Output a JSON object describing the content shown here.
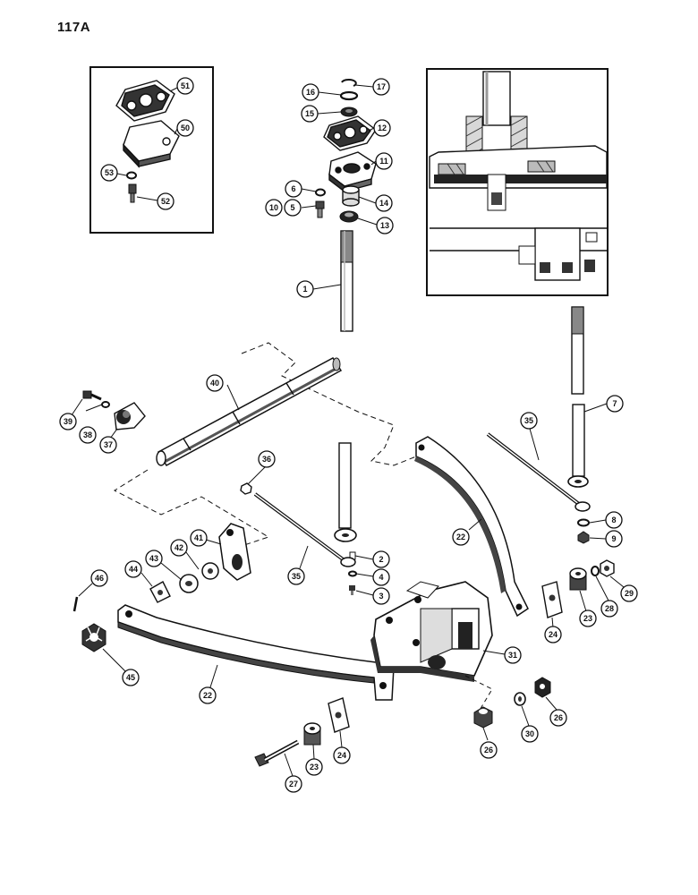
{
  "page_title": "117A",
  "callouts": {
    "c1": "1",
    "c2": "2",
    "c3": "3",
    "c4": "4",
    "c5": "5",
    "c6": "6",
    "c7": "7",
    "c8": "8",
    "c9": "9",
    "c10": "10",
    "c11": "11",
    "c12": "12",
    "c13": "13",
    "c14": "14",
    "c15": "15",
    "c16": "16",
    "c17": "17",
    "c22a": "22",
    "c22b": "22",
    "c23a": "23",
    "c23b": "23",
    "c24a": "24",
    "c24b": "24",
    "c26a": "26",
    "c26b": "26",
    "c27": "27",
    "c28": "28",
    "c29": "29",
    "c30": "30",
    "c31": "31",
    "c35a": "35",
    "c35b": "35",
    "c36": "36",
    "c37": "37",
    "c38": "38",
    "c39": "39",
    "c40": "40",
    "c41": "41",
    "c42": "42",
    "c43": "43",
    "c44": "44",
    "c45": "45",
    "c46": "46",
    "c50": "50",
    "c51": "51",
    "c52": "52",
    "c53": "53"
  }
}
